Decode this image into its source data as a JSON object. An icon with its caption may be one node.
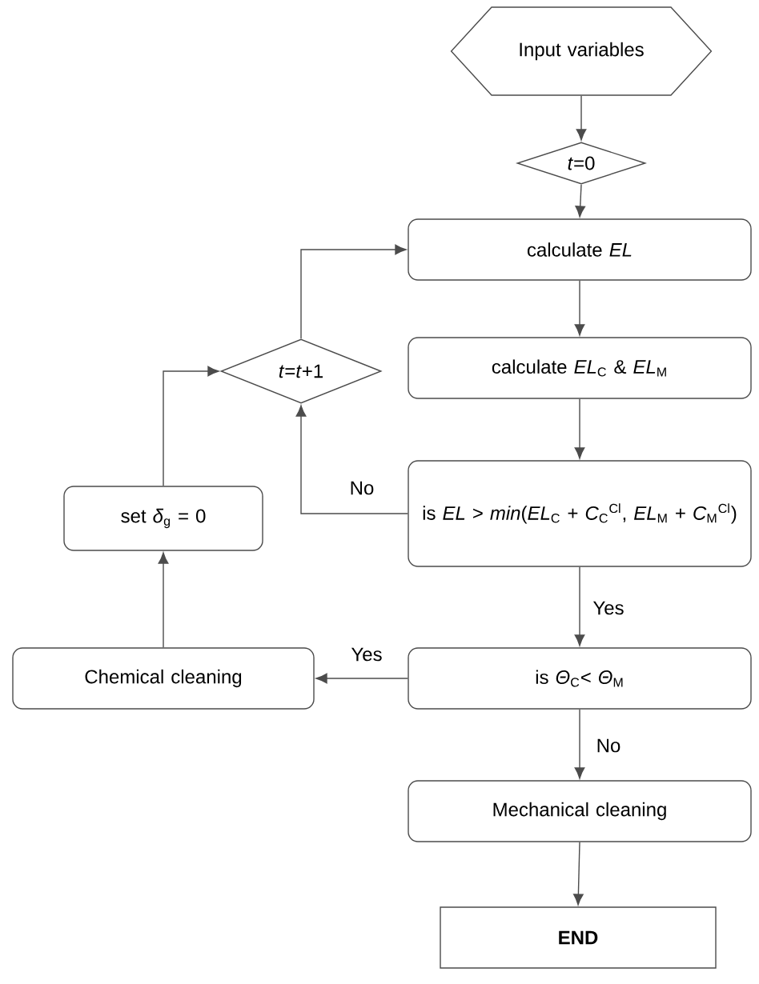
{
  "diagram": {
    "nodes": [
      {
        "text": [
          "Input variables"
        ]
      },
      {
        "text": [
          "*t*=0"
        ]
      },
      {
        "text": [
          "calculate *EL*"
        ]
      },
      {
        "text": [
          "calculate *EL*$_{C}$ & *EL*$_{M}$"
        ]
      },
      {
        "text": [
          "is *EL* > *min*(*EL*$_{C}$ + *C*$_{C}$$^{Cl}$, *EL*$_{M}$ + *C*$_{M}$$^{Cl}$)"
        ]
      },
      {
        "text": [
          "is *Θ*$_{C}$< *Θ*$_{M}$"
        ]
      },
      {
        "text": [
          "Mechanical cleaning"
        ]
      },
      {
        "text": [
          "**END**"
        ]
      },
      {
        "text": [
          "Chemical cleaning"
        ]
      },
      {
        "text": [
          "set *δ*$_{g}$ = 0"
        ]
      },
      {
        "text": [
          "*t*=*t*+1"
        ]
      }
    ],
    "edges": [
      {
        "from": 0,
        "to": 1,
        "arrow": "to"
      },
      {
        "from": 1,
        "to": 2,
        "arrow": "to"
      },
      {
        "from": 2,
        "to": 3,
        "arrow": "to"
      },
      {
        "from": 3,
        "to": 4,
        "arrow": "to"
      },
      {
        "from": 4,
        "to": 5,
        "arrow": "to",
        "label": "Yes"
      },
      {
        "from": 5,
        "to": 6,
        "arrow": "to",
        "label": "No"
      },
      {
        "from": 6,
        "to": 7,
        "arrow": "to"
      },
      {
        "from": 5,
        "to": 8,
        "arrow": "to",
        "label": "Yes"
      },
      {
        "from": 8,
        "to": 9,
        "arrow": "to"
      },
      {
        "from": 9,
        "to": 10,
        "arrow": "to"
      },
      {
        "from": 4,
        "to": 10,
        "arrow": "to",
        "label": "No"
      },
      {
        "from": 10,
        "to": 2,
        "arrow": "to"
      }
    ]
  }
}
